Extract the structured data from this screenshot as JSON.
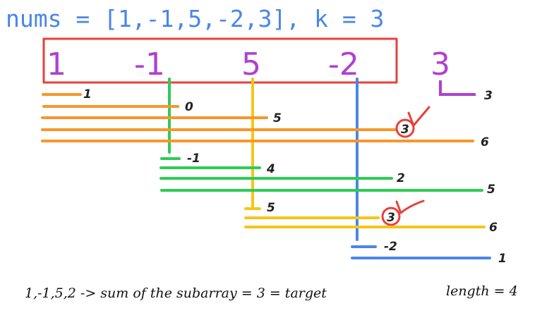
{
  "title": "nums = [1,-1,5,-2,3], k = 3",
  "nums": [
    "1",
    "-1",
    "5",
    "-2",
    "3"
  ],
  "colors": {
    "orange": "#f7962a",
    "green": "#2ecc55",
    "yellow": "#f5c518",
    "blue": "#4a86e8",
    "purple": "#b040d0",
    "red": "#e8403a"
  },
  "sums": {
    "orange": [
      "1",
      "0",
      "5",
      "3",
      "6"
    ],
    "green": [
      "-1",
      "4",
      "2",
      "5"
    ],
    "yellow": [
      "5",
      "3",
      "6"
    ],
    "blue": [
      "-2",
      "1"
    ],
    "purple": [
      "3"
    ]
  },
  "note": "1,-1,5,2 -> sum of the subarray = 3 = target",
  "length_note": "length = 4"
}
